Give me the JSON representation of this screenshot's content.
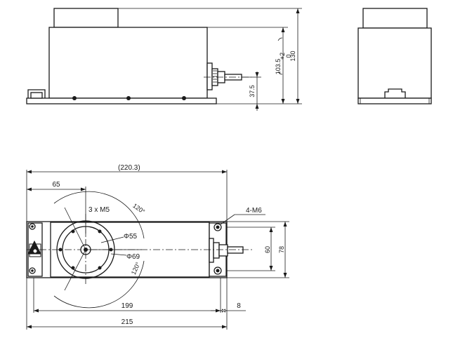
{
  "views": {
    "front": {
      "name": "front-view"
    },
    "side": {
      "name": "side-view"
    },
    "top": {
      "name": "top-view"
    }
  },
  "dimensions": {
    "height_total_tol_upper": "+2",
    "height_total_tol_lower": "0",
    "height_total": "130",
    "height_body": "103.5",
    "connector_height": "37.5",
    "overall_ref": "(220.3)",
    "rotor_offset": "65",
    "screws_m5": "3 x M5",
    "angle_top": "120°",
    "angle_bottom": "120°",
    "dia_55": "Φ55",
    "dia_69": "Φ69",
    "holes_m6": "4-M6",
    "width_60": "60",
    "width_78": "78",
    "length_199": "199",
    "length_8": "8",
    "length_215": "215"
  }
}
